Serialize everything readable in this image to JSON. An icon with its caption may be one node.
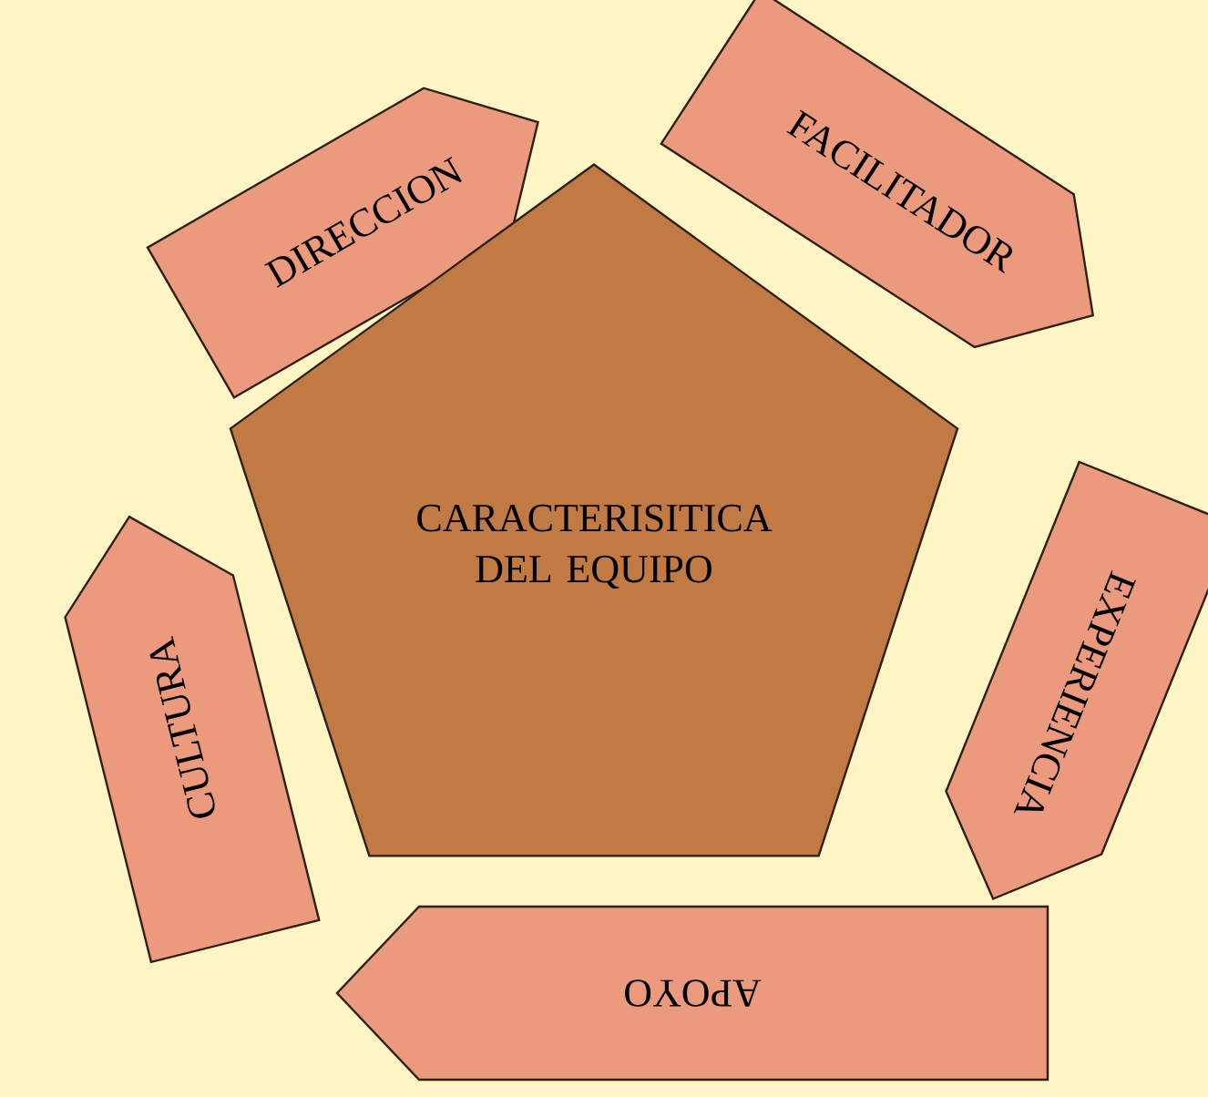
{
  "diagram": {
    "nodes": [
      {
        "text": [
          "DIRECCION"
        ]
      },
      {
        "text": [
          "FACILITADOR"
        ]
      },
      {
        "text": [
          "CARACTERISITICA DEL EQUIPO"
        ]
      },
      {
        "text": [
          "CULTURA"
        ]
      },
      {
        "text": [
          "EXPERIENCIA"
        ]
      },
      {
        "text": [
          "APOYO"
        ]
      }
    ]
  }
}
